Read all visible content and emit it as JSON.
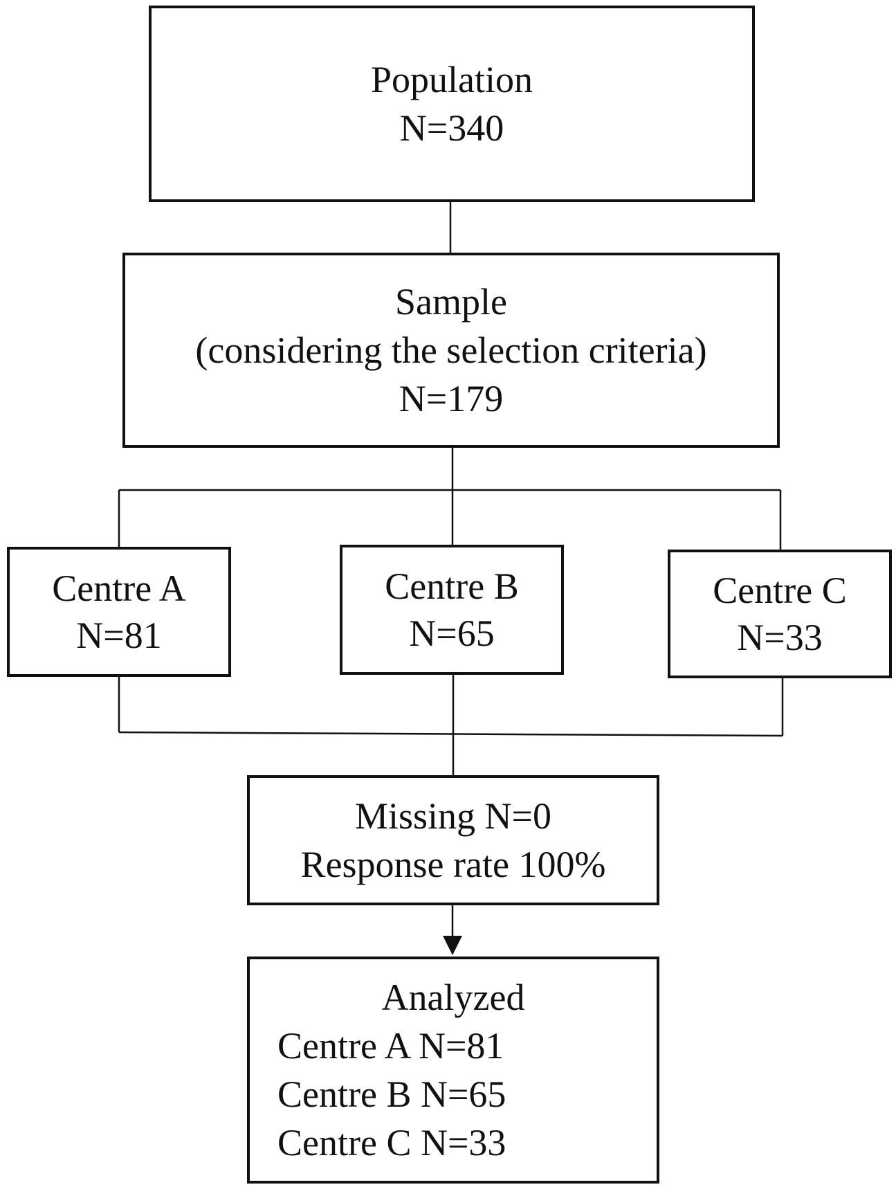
{
  "population": {
    "title": "Population",
    "count": "N=340"
  },
  "sample": {
    "title": "Sample",
    "subtitle": "(considering the selection criteria)",
    "count": "N=179"
  },
  "centres": [
    {
      "name": "Centre A",
      "count": "N=81"
    },
    {
      "name": "Centre B",
      "count": "N=65"
    },
    {
      "name": "Centre C",
      "count": "N=33"
    }
  ],
  "missing": {
    "line1": "Missing N=0",
    "line2": "Response rate 100%"
  },
  "analyzed": {
    "title": "Analyzed",
    "items": [
      "Centre A N=81",
      "Centre B N=65",
      "Centre C N=33"
    ]
  }
}
